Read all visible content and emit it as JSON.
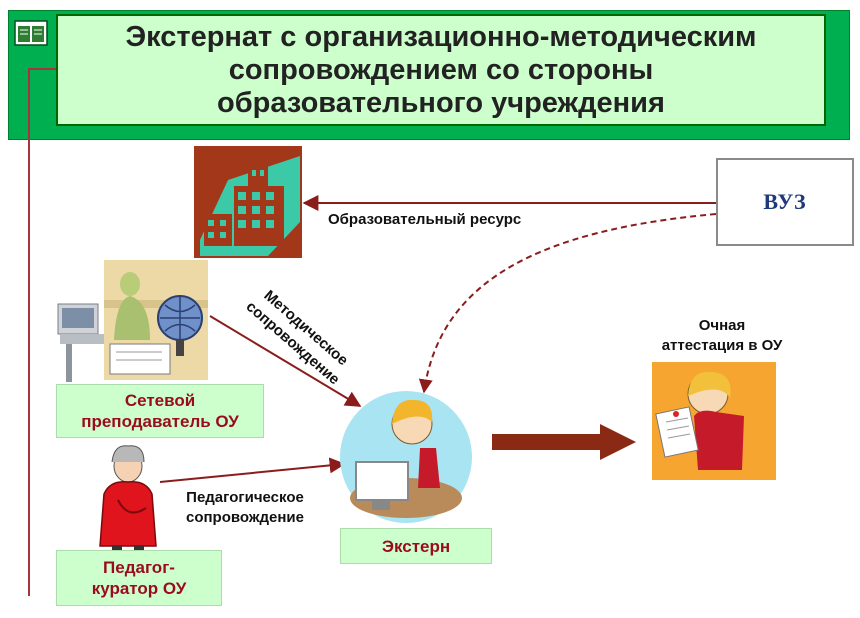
{
  "title": "Экстернат с организационно-методическим\nсопровождением со стороны\nобразовательного учреждения",
  "header_icon": "book-icon",
  "nodes": {
    "vuz": "ВУЗ",
    "network_teacher": "Сетевой\nпреподаватель ОУ",
    "curator": "Педагог-\nкуратор ОУ",
    "extern": "Экстерн",
    "attestation": "Очная\nаттестация в ОУ"
  },
  "edges": {
    "educational_resource": "Образовательный ресурс",
    "methodical_support": "Методическое\nсопровождение",
    "pedagogical_support": "Педагогическое\nсопровождение"
  },
  "images": [
    "school-building-icon",
    "teacher-with-globe-illustration",
    "woman-in-red-illustration",
    "student-at-computer-illustration",
    "student-with-certificate-illustration"
  ],
  "colors": {
    "header_band": "#00b050",
    "header_box": "#ccffcc",
    "label_box": "#ccffcc",
    "label_text": "#9b0b1f",
    "arrow": "#8b1c1c",
    "building_bg": "#a3371a",
    "building_fg": "#3cc9a8",
    "big_arrow": "#8b2a14"
  }
}
